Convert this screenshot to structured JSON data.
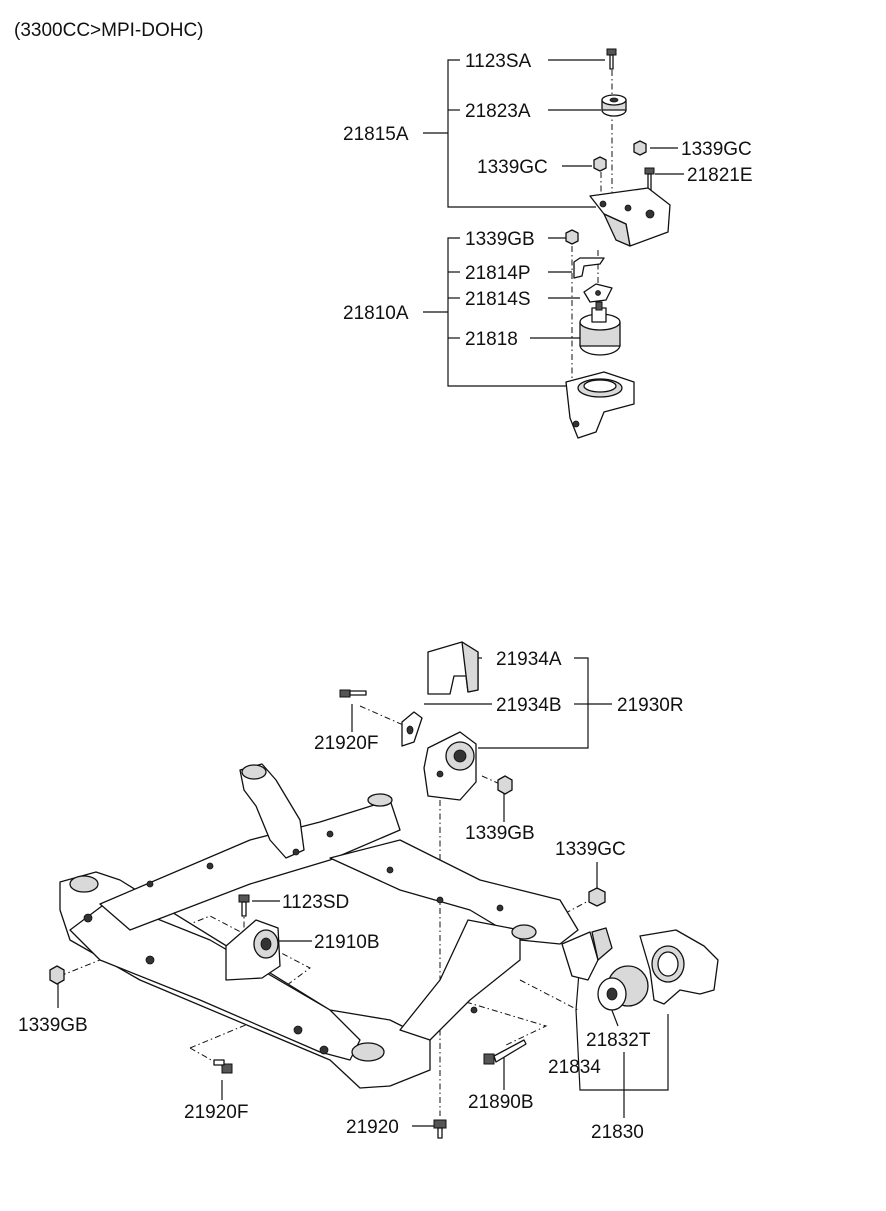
{
  "header": {
    "title": "(3300CC>MPI-DOHC)"
  },
  "labels": {
    "l_1123SA": "1123SA",
    "l_21823A": "21823A",
    "l_21815A": "21815A",
    "l_1339GC_top_right": "1339GC",
    "l_1339GC_top_left": "1339GC",
    "l_21821E": "21821E",
    "l_1339GB_top": "1339GB",
    "l_21814P": "21814P",
    "l_21814S": "21814S",
    "l_21810A": "21810A",
    "l_21818": "21818",
    "l_21934A": "21934A",
    "l_21934B": "21934B",
    "l_21930R": "21930R",
    "l_21920F_upper": "21920F",
    "l_1339GB_mid": "1339GB",
    "l_1339GC_lower": "1339GC",
    "l_1123SD": "1123SD",
    "l_21910B": "21910B",
    "l_1339GB_left": "1339GB",
    "l_21832T": "21832T",
    "l_21834": "21834",
    "l_21920F_lower": "21920F",
    "l_21890B": "21890B",
    "l_21920": "21920",
    "l_21830": "21830"
  }
}
